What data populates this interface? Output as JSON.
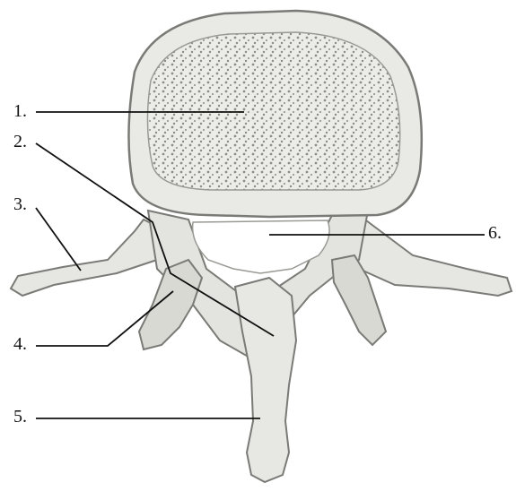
{
  "figure": {
    "description": "",
    "labels": [
      {
        "id": "1",
        "text": "1."
      },
      {
        "id": "2",
        "text": "2."
      },
      {
        "id": "3",
        "text": "3."
      },
      {
        "id": "4",
        "text": "4."
      },
      {
        "id": "5",
        "text": "5."
      },
      {
        "id": "6",
        "text": "6."
      }
    ]
  },
  "colors": {
    "bone_fill": "#e9e9e6",
    "bone_shade": "#c9c9c4",
    "bone_outline": "#7a7a76",
    "cancellous": "#8f8f8a",
    "leader_line": "#111111",
    "canal": "#ffffff"
  }
}
